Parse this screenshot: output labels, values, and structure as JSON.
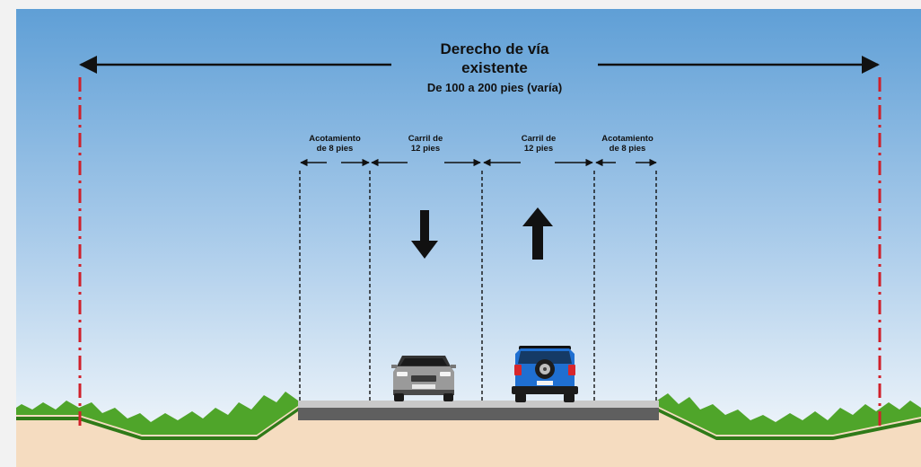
{
  "title": {
    "line1": "Derecho de vía",
    "line2": "existente",
    "subtitle": "De 100 a 200 pies (varía)"
  },
  "segments": [
    {
      "line1": "Acotamiento",
      "line2": "de 8 pies"
    },
    {
      "line1": "Carril de",
      "line2": "12 pies"
    },
    {
      "line1": "Carril de",
      "line2": "12 pies"
    },
    {
      "line1": "Acotamiento",
      "line2": "de 8 pies"
    }
  ],
  "colors": {
    "sky_top": "#5f9fd6",
    "sky_bottom": "#e7f0f8",
    "ground": "#f5dcc0",
    "grass": "#4fa52a",
    "pavement": "#666666",
    "right_of_way_line": "#d0202a",
    "car_left": "#9a9a9a",
    "car_right": "#1f6fd1"
  },
  "icons": {
    "lane_left_direction": "arrow-down-icon",
    "lane_right_direction": "arrow-up-icon"
  }
}
